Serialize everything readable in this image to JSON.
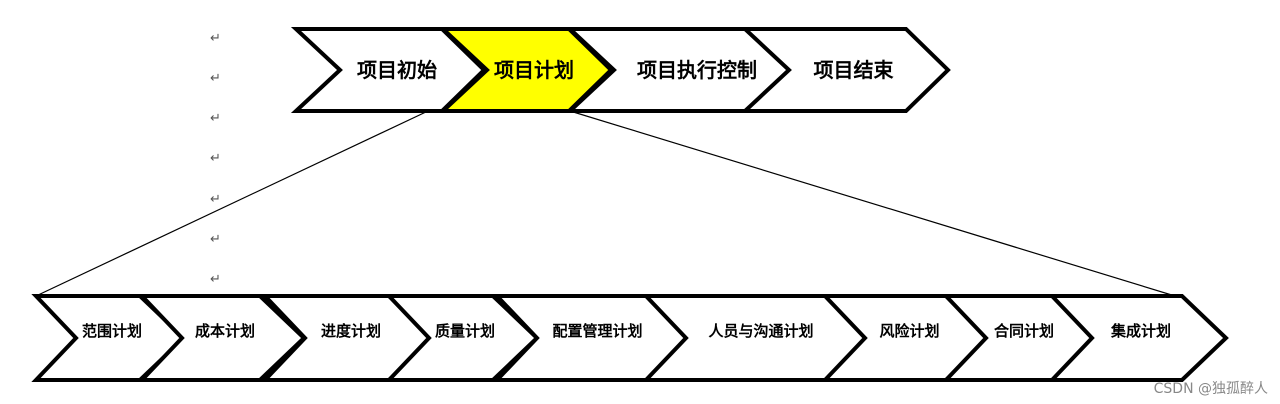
{
  "phases": [
    {
      "label": "项目初始",
      "highlighted": false
    },
    {
      "label": "项目计划",
      "highlighted": true
    },
    {
      "label": "项目执行控制",
      "highlighted": false
    },
    {
      "label": "项目结束",
      "highlighted": false
    }
  ],
  "sub_plans": [
    {
      "label": "范围计划"
    },
    {
      "label": "成本计划"
    },
    {
      "label": "进度计划"
    },
    {
      "label": "质量计划"
    },
    {
      "label": "配置管理计划"
    },
    {
      "label": "人员与沟通计划"
    },
    {
      "label": "风险计划"
    },
    {
      "label": "合同计划"
    },
    {
      "label": "集成计划"
    }
  ],
  "colors": {
    "highlight": "#ffff00",
    "fill": "#ffffff",
    "stroke": "#000000"
  },
  "paragraph_mark": "↵",
  "watermark": "CSDN @独孤醉人"
}
